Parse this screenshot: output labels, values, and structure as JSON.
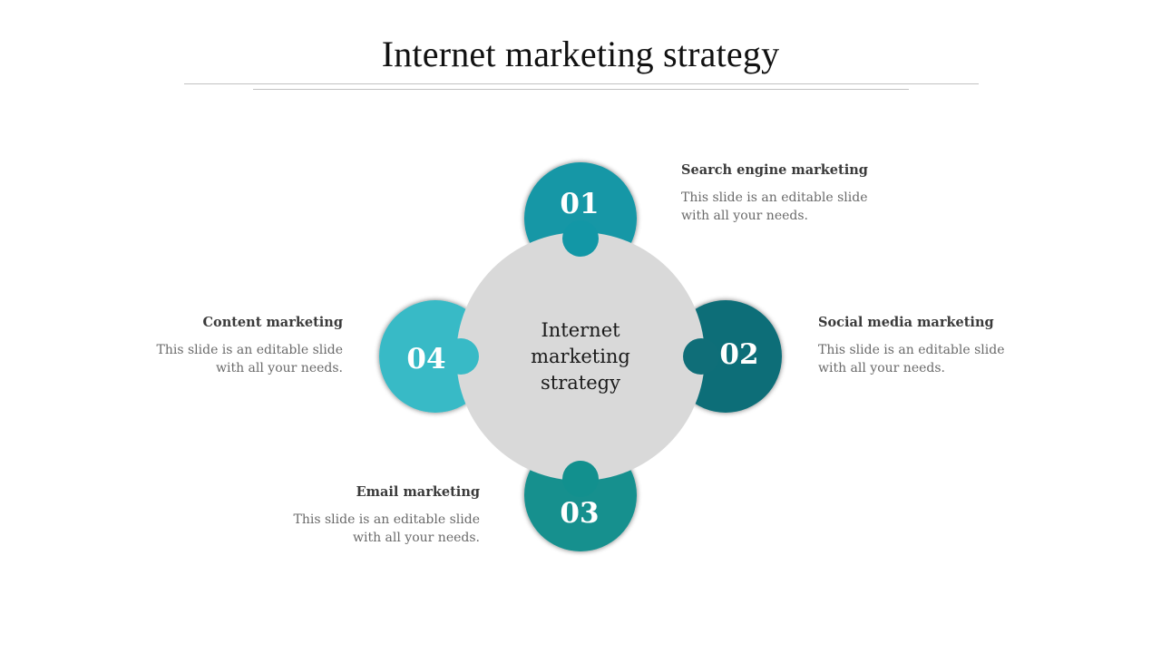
{
  "title": "Internet marketing strategy",
  "center": {
    "line1": "Internet",
    "line2": "marketing",
    "line3": "strategy",
    "color": "#d9d9d9"
  },
  "items": [
    {
      "number": "01",
      "heading": "Search engine marketing",
      "desc_line1": "This slide is an editable slide",
      "desc_line2": "with all your needs.",
      "color": "#1297a6",
      "position": "top"
    },
    {
      "number": "02",
      "heading": "Social media marketing",
      "desc_line1": "This slide is an editable slide",
      "desc_line2": "with all your needs.",
      "color": "#0f6e78",
      "position": "right"
    },
    {
      "number": "03",
      "heading": "Email marketing",
      "desc_line1": "This slide is an editable slide",
      "desc_line2": "with all your needs.",
      "color": "#12908e",
      "position": "bottom"
    },
    {
      "number": "04",
      "heading": "Content marketing",
      "desc_line1": "This slide is an editable slide",
      "desc_line2": "with all your needs.",
      "color": "#38bac6",
      "position": "left"
    }
  ]
}
